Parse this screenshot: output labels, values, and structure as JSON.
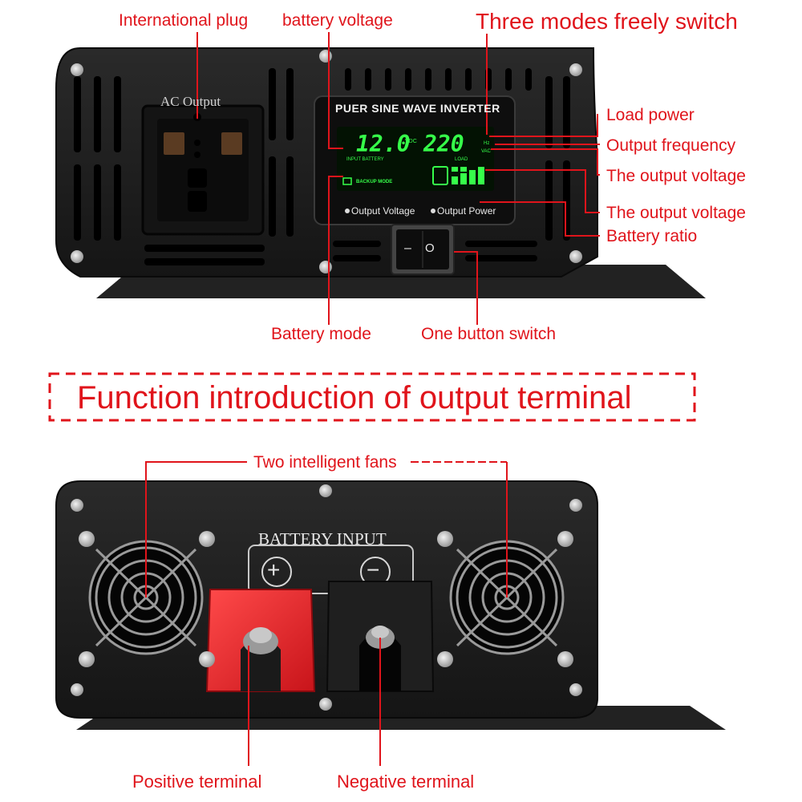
{
  "front_panel": {
    "ac_output_label": "AC Output",
    "display_header": "PUER SINE WAVE INVERTER",
    "input_value": "12.0",
    "input_unit": "VDC",
    "input_caption": "INPUT BATTERY",
    "output_value": "220",
    "output_unit_top": "Hz",
    "output_unit_bottom": "VAC",
    "load_caption": "LOAD",
    "backup_mode_label": "BACKUP MODE",
    "btn_output_voltage": "Output Voltage",
    "btn_output_power": "Output Power",
    "switch_off_symbol": "–",
    "switch_on_symbol": "O"
  },
  "front_callouts": {
    "international_plug": "International plug",
    "battery_voltage": "battery voltage",
    "three_modes": "Three modes freely switch",
    "load_power": "Load power",
    "output_frequency": "Output frequency",
    "output_voltage_1": "The output voltage",
    "output_voltage_2": "The output voltage",
    "battery_ratio": "Battery ratio",
    "battery_mode": "Battery mode",
    "one_button_switch": "One button switch"
  },
  "section_title": "Function introduction of output terminal",
  "rear_panel": {
    "battery_input_label": "BATTERY INPUT",
    "plus_symbol": "+",
    "minus_symbol": "−"
  },
  "rear_callouts": {
    "two_fans": "Two intelligent fans",
    "positive_terminal": "Positive terminal",
    "negative_terminal": "Negative terminal"
  },
  "colors": {
    "callout_red": "#e0141b",
    "lcd_green": "#36ff4a",
    "positive_red": "#e8262b",
    "negative_black": "#1a1a1a",
    "panel_black": "#1b1b1b"
  },
  "icons": [
    "screw-icon",
    "fan-grill-icon",
    "outlet-icon",
    "rocker-switch-icon",
    "battery-bars-icon",
    "plug-icon"
  ]
}
